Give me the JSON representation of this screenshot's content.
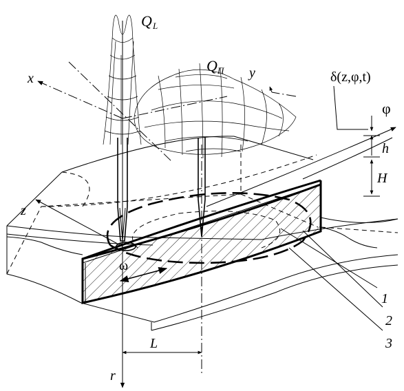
{
  "labels": {
    "q_laser": "Q",
    "q_laser_sub": "L",
    "q_plasma": "Q",
    "q_plasma_sub": "П",
    "axis_x": "x",
    "axis_y": "y",
    "axis_z": "z",
    "axis_r": "r",
    "phi": "φ",
    "delta": "δ(z,φ,t)",
    "h": "h",
    "H": "H",
    "omega": "ω",
    "L": "L",
    "callout_1": "1",
    "callout_2": "2",
    "callout_3": "3"
  }
}
